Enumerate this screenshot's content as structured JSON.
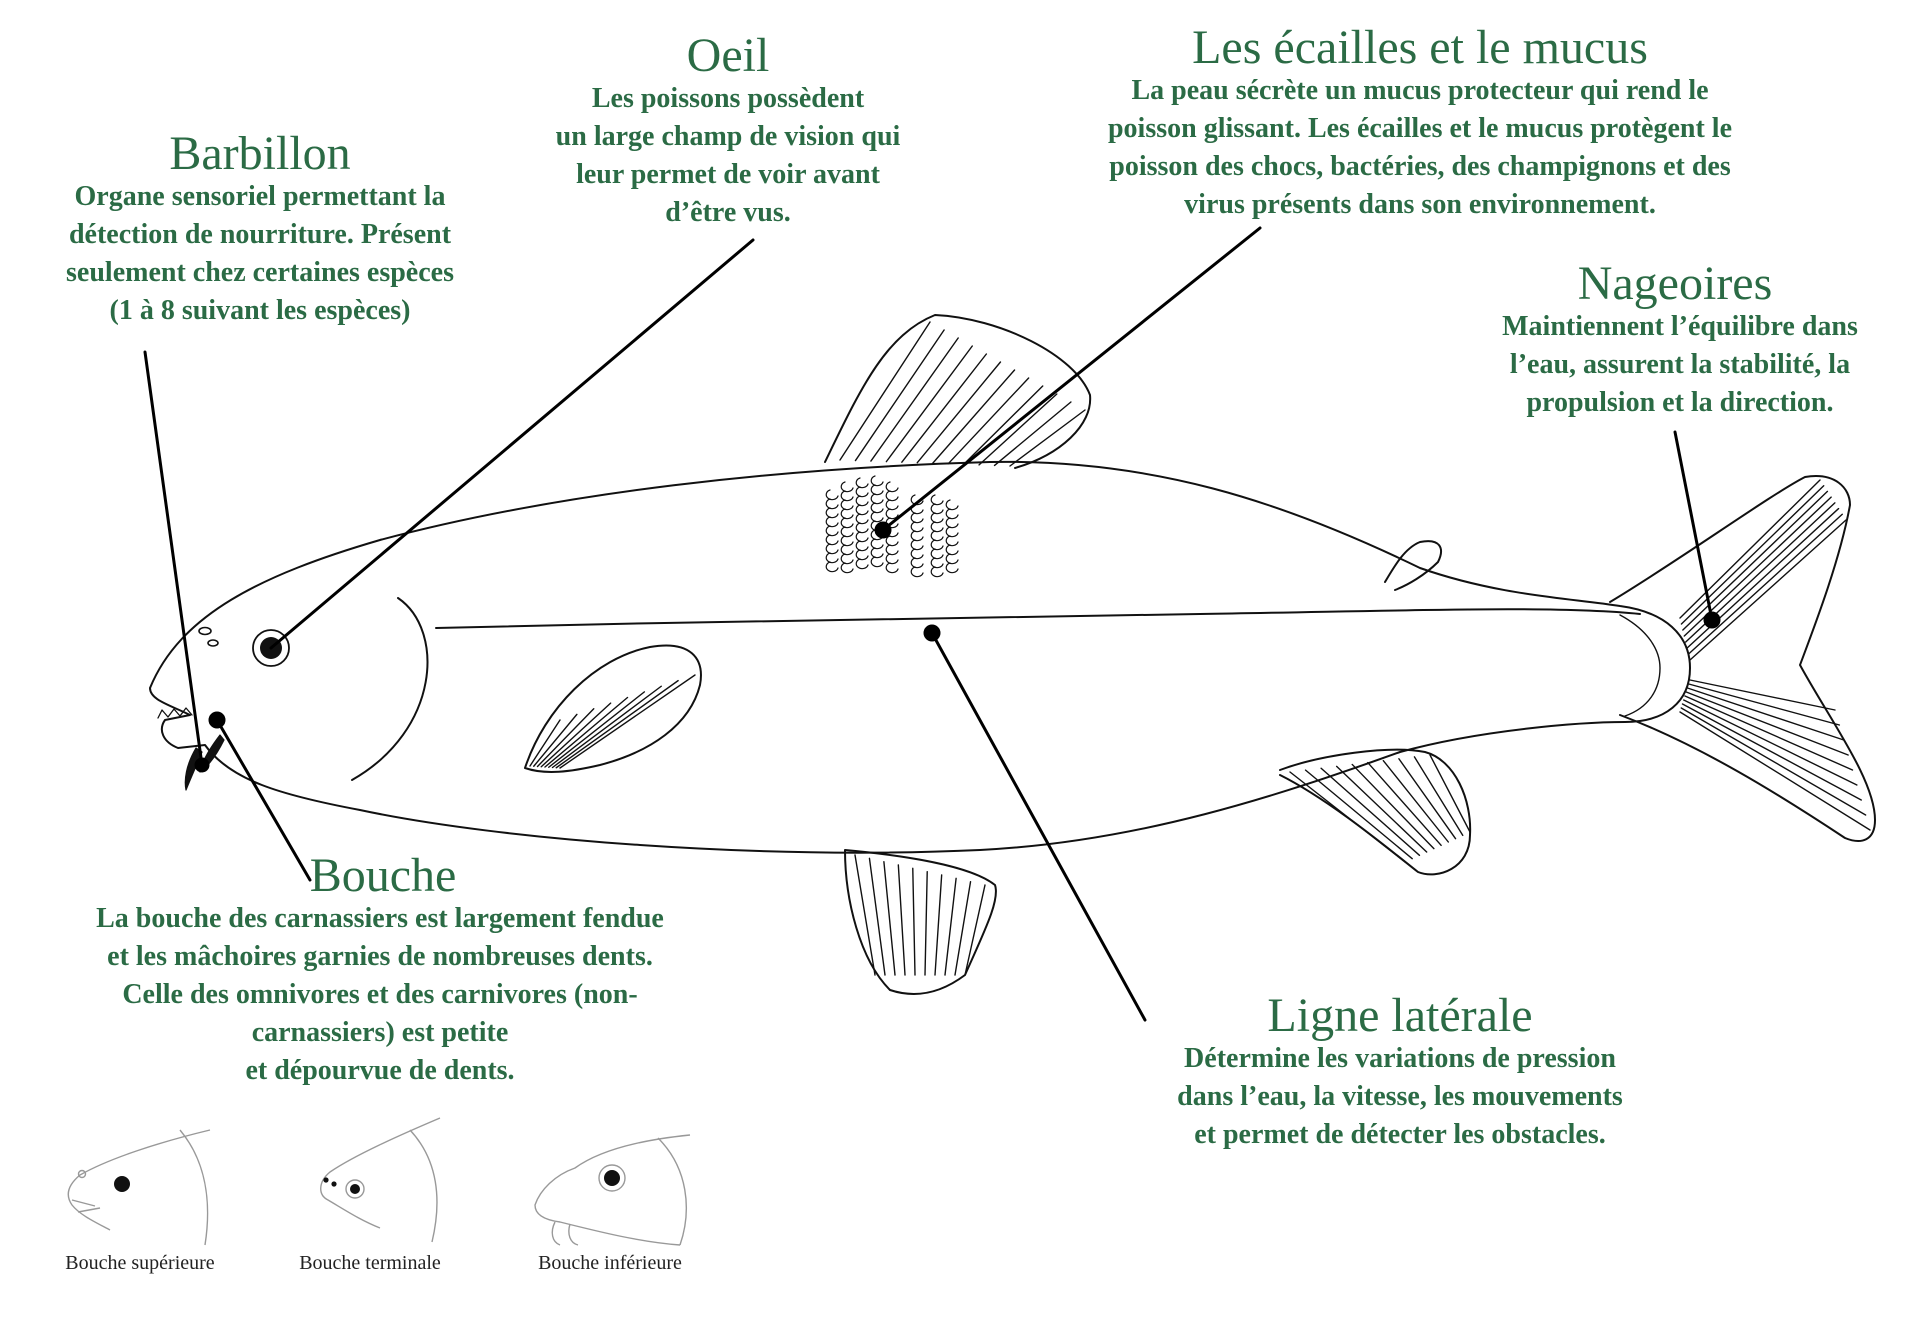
{
  "colors": {
    "label": "#2b6b45",
    "outline": "#111111",
    "leader": "#000000",
    "thumbnail": "#999999"
  },
  "labels": {
    "barbillon": {
      "title": "Barbillon",
      "lines": [
        "Organe sensoriel permettant la",
        "détection de nourriture. Présent",
        "seulement chez certaines espèces",
        "(1 à 8 suivant les espèces)"
      ]
    },
    "oeil": {
      "title": "Oeil",
      "lines": [
        "Les poissons possèdent",
        "un large champ de vision qui",
        "leur permet de voir avant",
        "d’être vus."
      ]
    },
    "ecailles": {
      "title": "Les écailles et le mucus",
      "lines": [
        "La peau sécrète un mucus protecteur qui rend le",
        "poisson glissant. Les écailles et le mucus protègent le",
        "poisson des chocs,  bactéries, des champignons et des",
        "virus présents dans son environnement."
      ]
    },
    "nageoires": {
      "title": "Nageoires",
      "lines": [
        "Maintiennent l’équilibre dans",
        "l’eau, assurent la stabilité, la",
        "propulsion et la direction."
      ]
    },
    "bouche": {
      "title": "Bouche",
      "lines": [
        "La bouche des carnassiers est largement fendue",
        "et les mâchoires garnies de nombreuses dents.",
        "Celle des omnivores et des carnivores (non-",
        "carnassiers) est petite",
        "et dépourvue de dents."
      ]
    },
    "ligne": {
      "title": "Ligne latérale",
      "lines": [
        "Détermine les variations de pression",
        "dans l’eau, la vitesse, les mouvements",
        "et permet de détecter les obstacles."
      ]
    }
  },
  "mouth_types": [
    "Bouche supérieure",
    "Bouche terminale",
    "Bouche inférieure"
  ]
}
